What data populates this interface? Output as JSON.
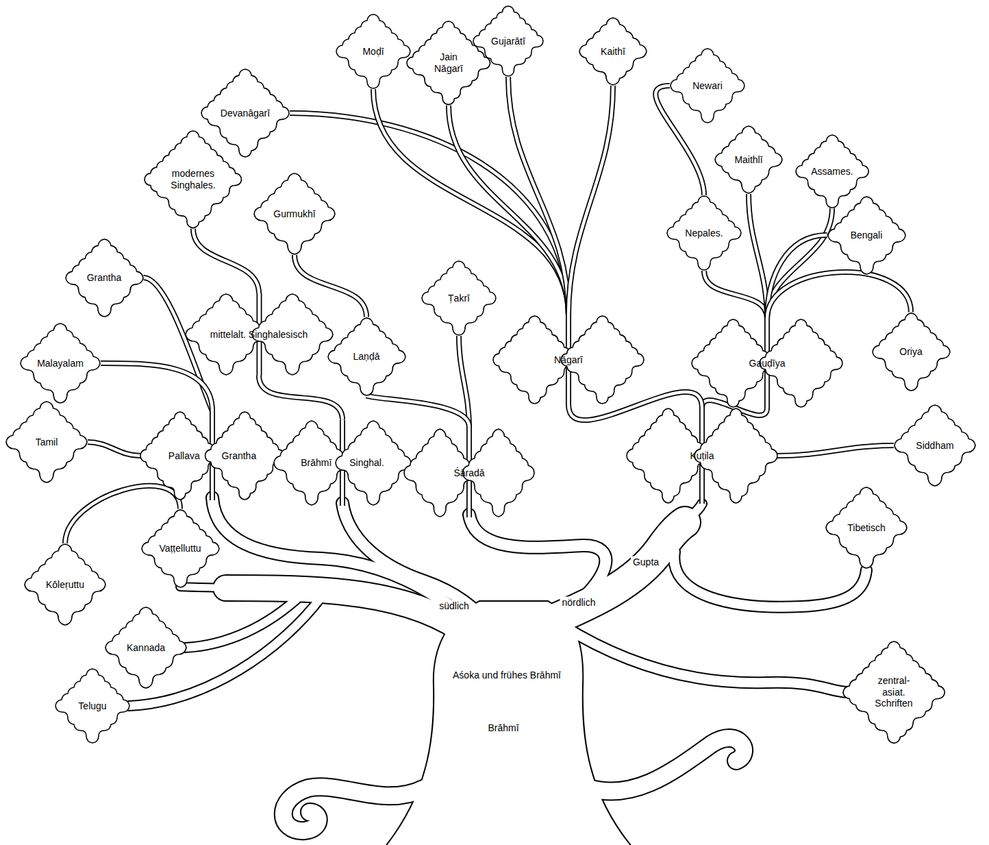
{
  "diagram": {
    "nodes": [
      {
        "text": [
          "Moḍī"
        ]
      },
      {
        "text": [
          "Jain Nāgarī"
        ]
      },
      {
        "text": [
          "Gujarātī"
        ]
      },
      {
        "text": [
          "Kaithī"
        ]
      },
      {
        "text": [
          "Devanāgarī"
        ]
      },
      {
        "text": [
          "Newari"
        ]
      },
      {
        "text": [
          "modernes Singhales."
        ]
      },
      {
        "text": [
          "Gurmukhī"
        ]
      },
      {
        "text": [
          "Maithlī"
        ]
      },
      {
        "text": [
          "Assames."
        ]
      },
      {
        "text": [
          "Nepales."
        ]
      },
      {
        "text": [
          "Bengali"
        ]
      },
      {
        "text": [
          "Grantha"
        ]
      },
      {
        "text": [
          "Ṭakrī"
        ]
      },
      {
        "text": [
          "mittelalt. Singhalesisch"
        ]
      },
      {
        "text": [
          "Nāgarī"
        ]
      },
      {
        "text": [
          "Gauḍīya"
        ]
      },
      {
        "text": [
          "Oriya"
        ]
      },
      {
        "text": [
          "Malayalam"
        ]
      },
      {
        "text": [
          "Laṇḍā"
        ]
      },
      {
        "text": [
          "Tamil"
        ]
      },
      {
        "text": [
          "Pallava Grantha"
        ]
      },
      {
        "text": [
          "Brāhmī Singhal."
        ]
      },
      {
        "text": [
          "Śāradā"
        ]
      },
      {
        "text": [
          "Kuṭila"
        ]
      },
      {
        "text": [
          "Siddham"
        ]
      },
      {
        "text": [
          "Vaṭṭelluttu"
        ]
      },
      {
        "text": [
          "Tibetisch"
        ]
      },
      {
        "text": [
          "Kōleṛuttu"
        ]
      },
      {
        "text": [
          "Kannada"
        ]
      },
      {
        "text": [
          "Telugu"
        ]
      },
      {
        "text": [
          "zentral-asiat. Schriften"
        ]
      }
    ],
    "edges": [
      {
        "from": 15,
        "to": 4,
        "arrow": "none"
      },
      {
        "from": 15,
        "to": 0,
        "arrow": "none"
      },
      {
        "from": 15,
        "to": 1,
        "arrow": "none"
      },
      {
        "from": 15,
        "to": 2,
        "arrow": "none"
      },
      {
        "from": 15,
        "to": 3,
        "arrow": "none"
      },
      {
        "from": 10,
        "to": 5,
        "arrow": "none"
      },
      {
        "from": 16,
        "to": 10,
        "arrow": "none"
      },
      {
        "from": 16,
        "to": 8,
        "arrow": "none"
      },
      {
        "from": 16,
        "to": 9,
        "arrow": "none"
      },
      {
        "from": 16,
        "to": 11,
        "arrow": "none"
      },
      {
        "from": 16,
        "to": 17,
        "arrow": "none"
      },
      {
        "from": 24,
        "to": 16,
        "arrow": "none"
      },
      {
        "from": 24,
        "to": 15,
        "arrow": "none"
      },
      {
        "from": 24,
        "to": 25,
        "arrow": "none"
      },
      {
        "from": 23,
        "to": 13,
        "arrow": "none"
      },
      {
        "from": 23,
        "to": 19,
        "arrow": "none"
      },
      {
        "from": 19,
        "to": 7,
        "arrow": "none"
      },
      {
        "from": 22,
        "to": 14,
        "arrow": "none"
      },
      {
        "from": 14,
        "to": 6,
        "arrow": "none"
      },
      {
        "from": 21,
        "to": 12,
        "arrow": "none"
      },
      {
        "from": 21,
        "to": 18,
        "arrow": "none"
      },
      {
        "from": 21,
        "to": 20,
        "arrow": "none"
      },
      {
        "from": 26,
        "to": 28,
        "arrow": "none"
      }
    ],
    "labels": [
      "Gupta",
      "südlich",
      "nördlich",
      "Aśoka und frühes Brāhmī",
      "Brāhmī"
    ]
  }
}
